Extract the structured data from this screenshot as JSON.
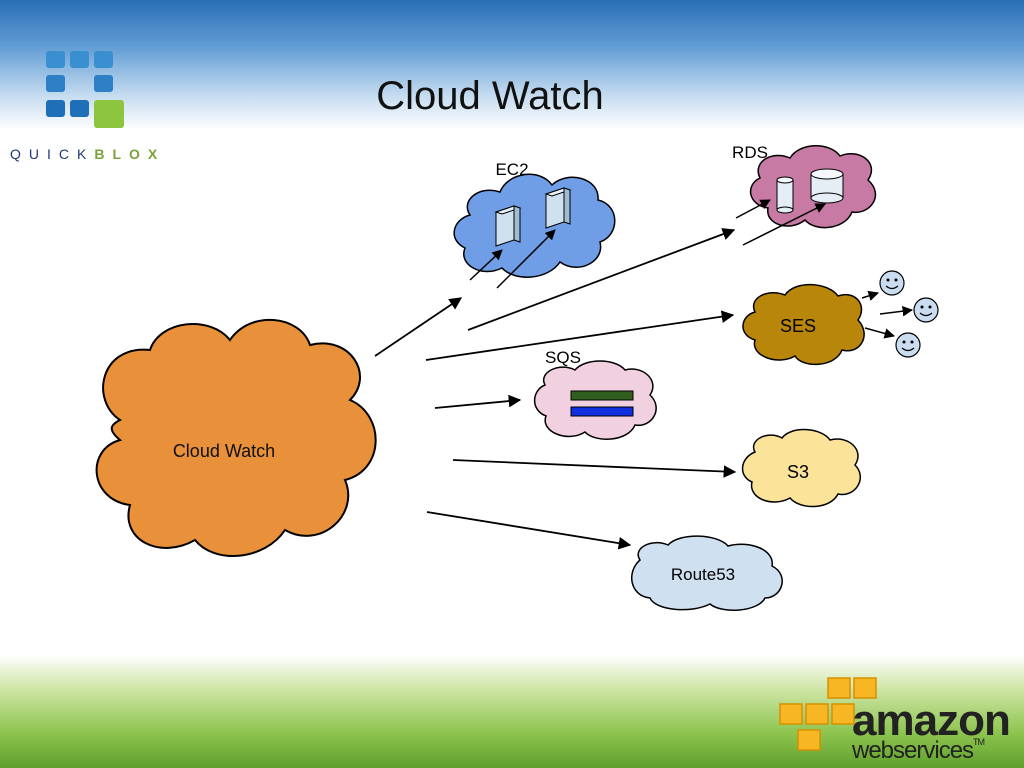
{
  "slide": {
    "title": "Cloud Watch"
  },
  "branding": {
    "quickblox_q": "QUICK",
    "quickblox_b": "BLOX",
    "aws_amazon": "amazon",
    "aws_webservices": "webservices",
    "aws_tm": "TM",
    "colors": {
      "quickblox_blue": "#2e86c9",
      "quickblox_green": "#8cc63f",
      "aws_orange": "#f7b623"
    }
  },
  "diagram": {
    "central": {
      "label": "Cloud Watch",
      "color": "#e8913a"
    },
    "services": [
      {
        "id": "ec2",
        "label": "EC2",
        "color": "#6f9de6",
        "icon": "server-icon"
      },
      {
        "id": "rds",
        "label": "RDS",
        "color": "#c77aa3",
        "icon": "database-icon"
      },
      {
        "id": "ses",
        "label": "SES",
        "color": "#b8860b",
        "icon": "smiley-icon"
      },
      {
        "id": "sqs",
        "label": "SQS",
        "color": "#f1d0e0",
        "icon": "queue-icon"
      },
      {
        "id": "s3",
        "label": "S3",
        "color": "#fbe39a"
      },
      {
        "id": "route53",
        "label": "Route53",
        "color": "#cfe0f1"
      }
    ]
  }
}
